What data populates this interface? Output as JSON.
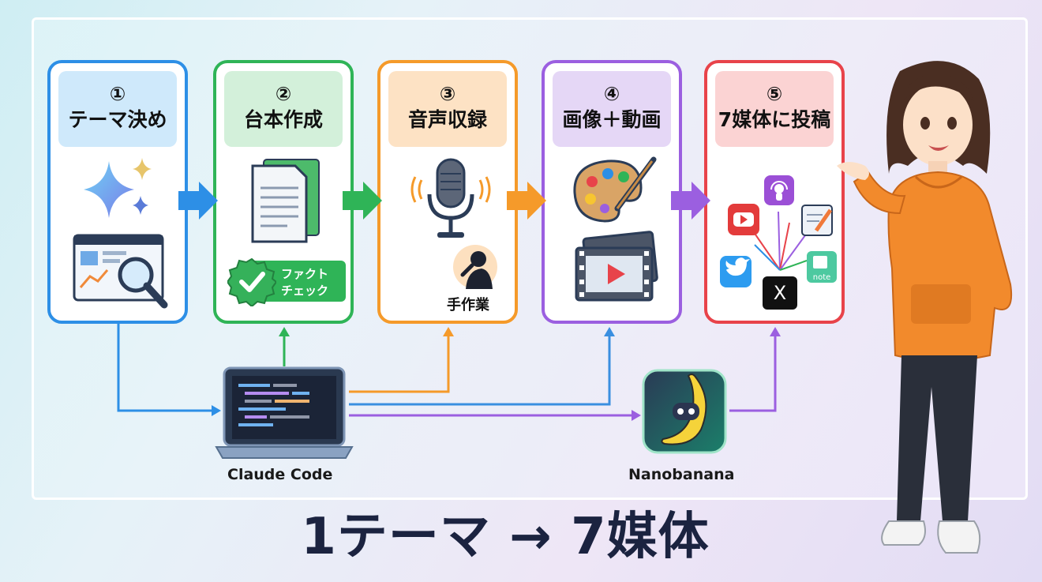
{
  "steps": [
    {
      "num": "①",
      "title": "テーマ決め",
      "color": "#2d8fe6",
      "head_bg": "#cfe9fb"
    },
    {
      "num": "②",
      "title": "台本作成",
      "color": "#2fb457",
      "head_bg": "#d3f0da"
    },
    {
      "num": "③",
      "title": "音声収録",
      "color": "#f59a2a",
      "head_bg": "#fde2c4"
    },
    {
      "num": "④",
      "title": "画像＋動画",
      "color": "#9b5fe0",
      "head_bg": "#e5d7f6"
    },
    {
      "num": "⑤",
      "title": "7媒体に投稿",
      "color": "#e8434a",
      "head_bg": "#fbd3d3"
    }
  ],
  "badges": {
    "fact_check_line1": "ファクト",
    "fact_check_line2": "チェック",
    "manual": "手作業"
  },
  "media": {
    "note": "note",
    "x": "X"
  },
  "tools": {
    "claude": "Claude Code",
    "nanobanana": "Nanobanana"
  },
  "headline": "1テーマ → 7媒体"
}
